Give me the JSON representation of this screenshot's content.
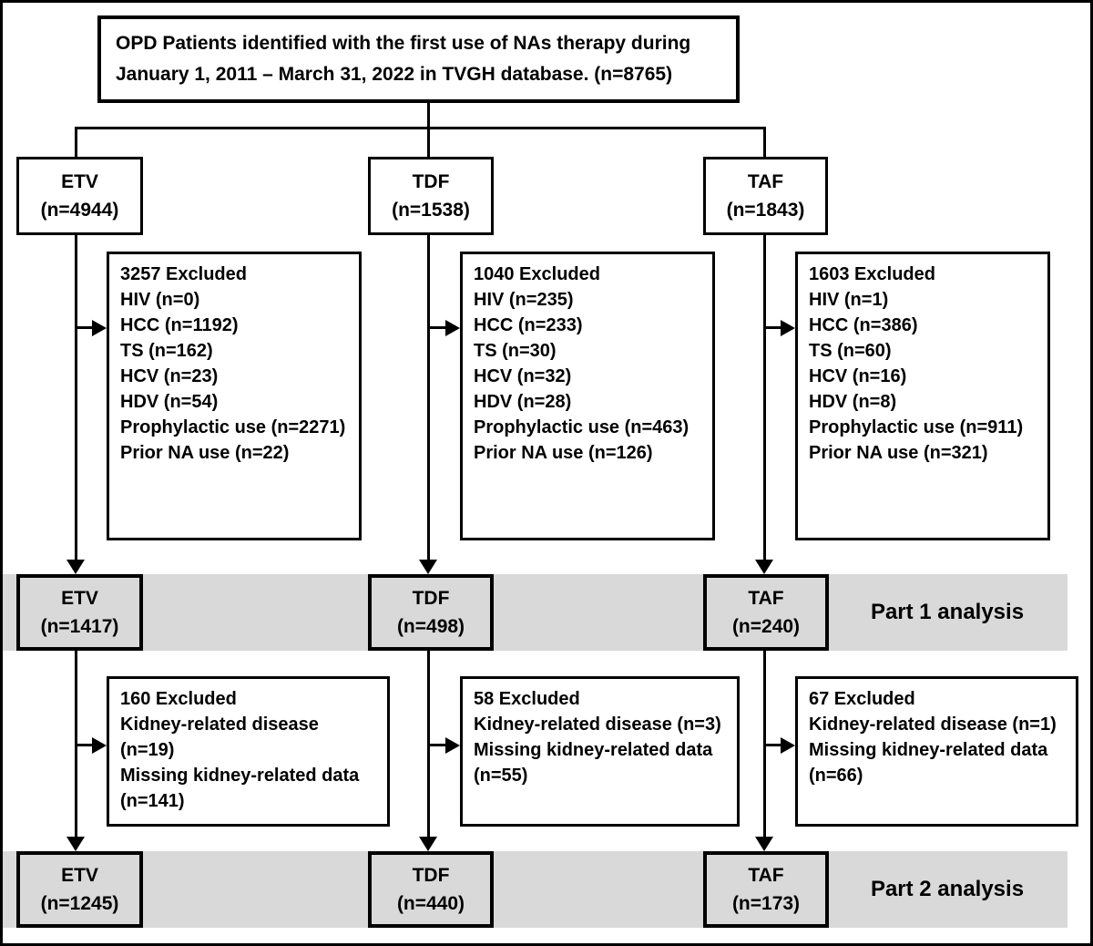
{
  "figure": {
    "top_box": {
      "line1": "OPD Patients identified with the first use of NAs therapy during",
      "line2": "January 1, 2011 – March 31, 2022 in TVGH database. (n=8765)"
    },
    "columns": [
      {
        "cohort": {
          "drug": "ETV",
          "n": "(n=4944)"
        },
        "exclusion1": {
          "lines": [
            "3257 Excluded",
            "HIV (n=0)",
            "HCC (n=1192)",
            "TS (n=162)",
            "HCV (n=23)",
            "HDV (n=54)",
            "Prophylactic use (n=2271)",
            "Prior NA use (n=22)"
          ]
        },
        "part1": {
          "drug": "ETV",
          "n": "(n=1417)"
        },
        "exclusion2": {
          "lines": [
            "160 Excluded",
            "Kidney-related disease (n=19)",
            "Missing kidney-related data",
            "(n=141)"
          ]
        },
        "part2": {
          "drug": "ETV",
          "n": "(n=1245)"
        }
      },
      {
        "cohort": {
          "drug": "TDF",
          "n": "(n=1538)"
        },
        "exclusion1": {
          "lines": [
            "1040 Excluded",
            "HIV (n=235)",
            "HCC (n=233)",
            "TS (n=30)",
            "HCV (n=32)",
            "HDV (n=28)",
            "Prophylactic use (n=463)",
            "Prior NA use (n=126)"
          ]
        },
        "part1": {
          "drug": "TDF",
          "n": "(n=498)"
        },
        "exclusion2": {
          "lines": [
            "58 Excluded",
            "Kidney-related disease (n=3)",
            "Missing kidney-related data",
            "(n=55)"
          ]
        },
        "part2": {
          "drug": "TDF",
          "n": "(n=440)"
        }
      },
      {
        "cohort": {
          "drug": "TAF",
          "n": "(n=1843)"
        },
        "exclusion1": {
          "lines": [
            "1603 Excluded",
            "HIV (n=1)",
            "HCC (n=386)",
            "TS (n=60)",
            "HCV (n=16)",
            "HDV (n=8)",
            "Prophylactic use (n=911)",
            "Prior NA use (n=321)"
          ]
        },
        "part1": {
          "drug": "TAF",
          "n": "(n=240)"
        },
        "exclusion2": {
          "lines": [
            "67 Excluded",
            "Kidney-related disease (n=1)",
            "Missing kidney-related data",
            "(n=66)"
          ]
        },
        "part2": {
          "drug": "TAF",
          "n": "(n=173)"
        }
      }
    ],
    "part1_label": "Part 1 analysis",
    "part2_label": "Part 2 analysis",
    "colors": {
      "border": "#000000",
      "background": "#ffffff",
      "band_gray": "#d9d9d9"
    }
  }
}
